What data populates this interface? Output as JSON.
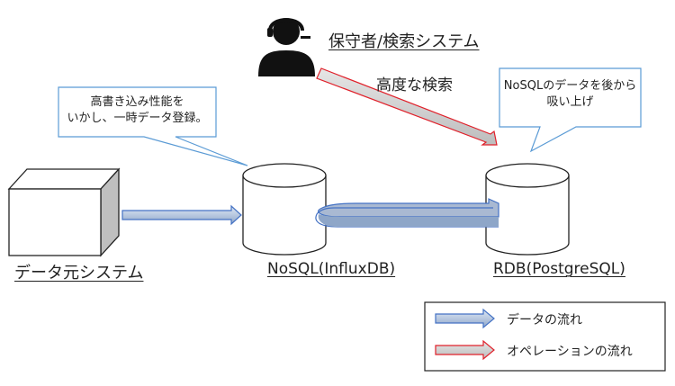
{
  "diagram": {
    "source_system": {
      "label": "データ元システム"
    },
    "nosql": {
      "label": "NoSQL(InfluxDB)"
    },
    "rdb": {
      "label": "RDB(PostgreSQL)"
    },
    "operator": {
      "label": "保守者/検索システム"
    },
    "search_arrow": {
      "label": "高度な検索"
    },
    "callout_nosql": {
      "lines": [
        "高書き込み性能を",
        "いかし、一時データ登録。"
      ]
    },
    "callout_rdb": {
      "lines": [
        "NoSQLのデータを後から",
        "吸い上げ"
      ]
    }
  },
  "legend": {
    "items": [
      {
        "label": "データの流れ",
        "color": "#4472c4"
      },
      {
        "label": "オペレーションの流れ",
        "color": "#e0202a"
      }
    ]
  },
  "colors": {
    "outline": "#222222",
    "flow_stroke": "#4472c4",
    "op_stroke": "#e0202a",
    "callout_stroke": "#5b9bd5",
    "arrow_fill": "#d9d9d9",
    "box_side": "#bfbfbf"
  }
}
